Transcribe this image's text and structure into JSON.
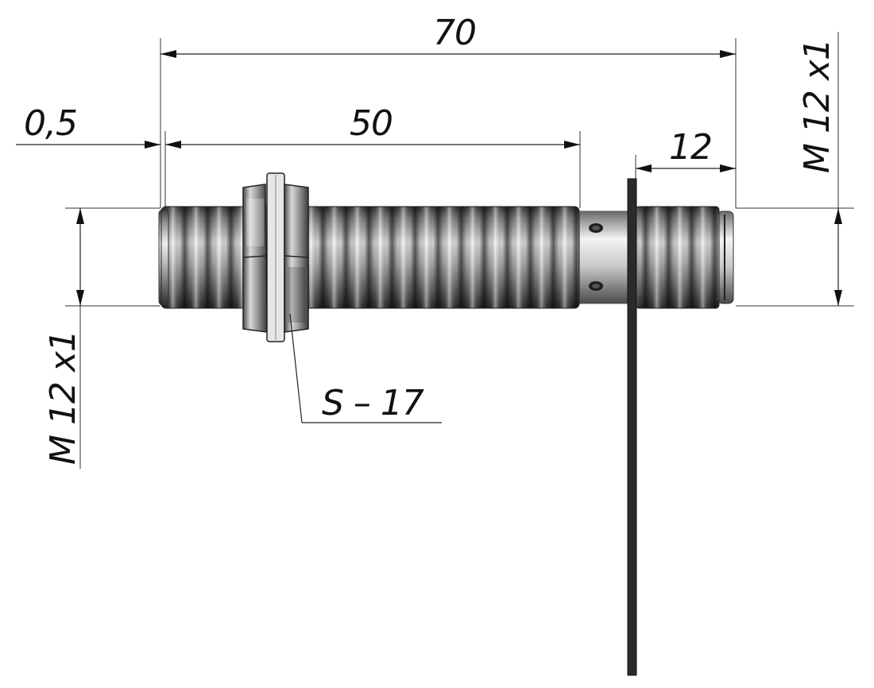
{
  "dimensions": {
    "overall_length": "70",
    "gap": "0,5",
    "threaded_length": "50",
    "rear_thread_length": "12",
    "thread_front": "M 12 x1",
    "thread_rear": "M 12 x1"
  },
  "callout": {
    "wrench_size": "S – 17"
  },
  "colors": {
    "line": "#111111",
    "metal_dark": "#3a3a3a",
    "metal_light": "#f2f2f2",
    "cable": "#2b2b2b"
  }
}
